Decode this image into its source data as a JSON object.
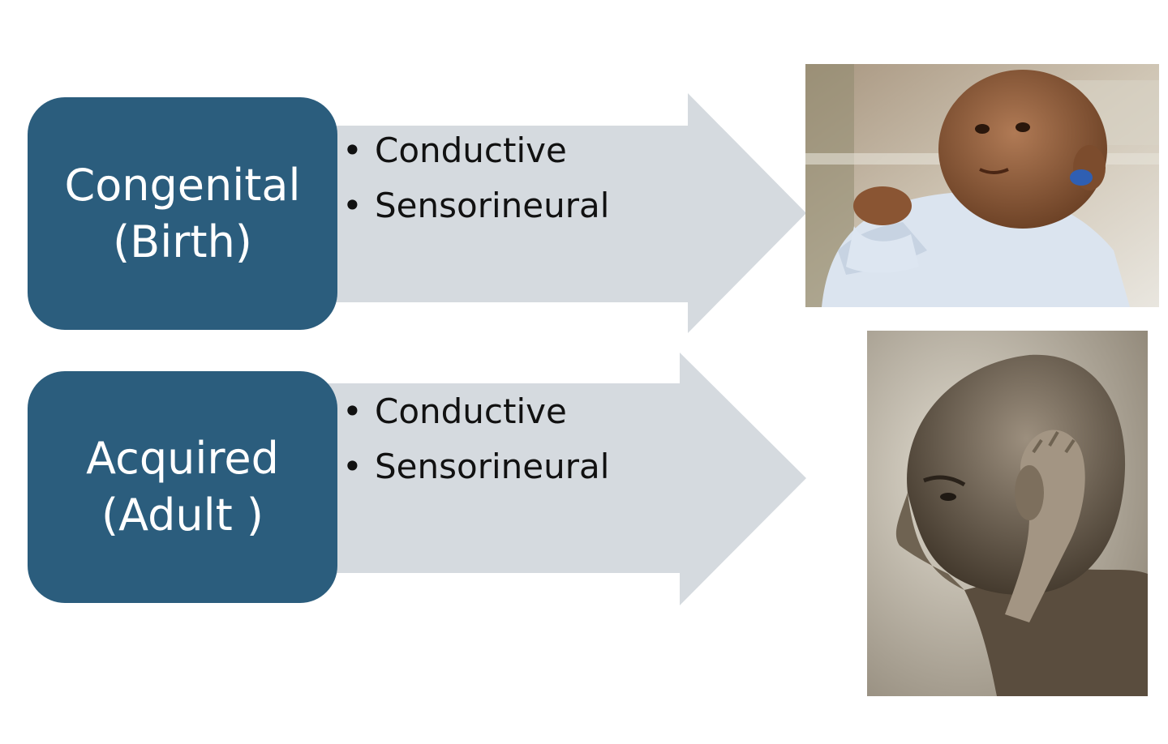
{
  "rows": [
    {
      "box": {
        "line1": "Congenital",
        "line2": "(Birth)"
      },
      "bullets": [
        "Conductive",
        "Sensorineural"
      ],
      "photo": "baby-with-hearing-aid-photo"
    },
    {
      "box": {
        "line1": "Acquired",
        "line2": "(Adult )"
      },
      "bullets": [
        "Conductive",
        "Sensorineural"
      ],
      "photo": "man-cupping-ear-photo"
    }
  ],
  "bullet_glyph": "•",
  "colors": {
    "box": "#2b5d7d",
    "box_text": "#ffffff",
    "arrow": "#d5dadf",
    "bullet_text": "#111111"
  }
}
